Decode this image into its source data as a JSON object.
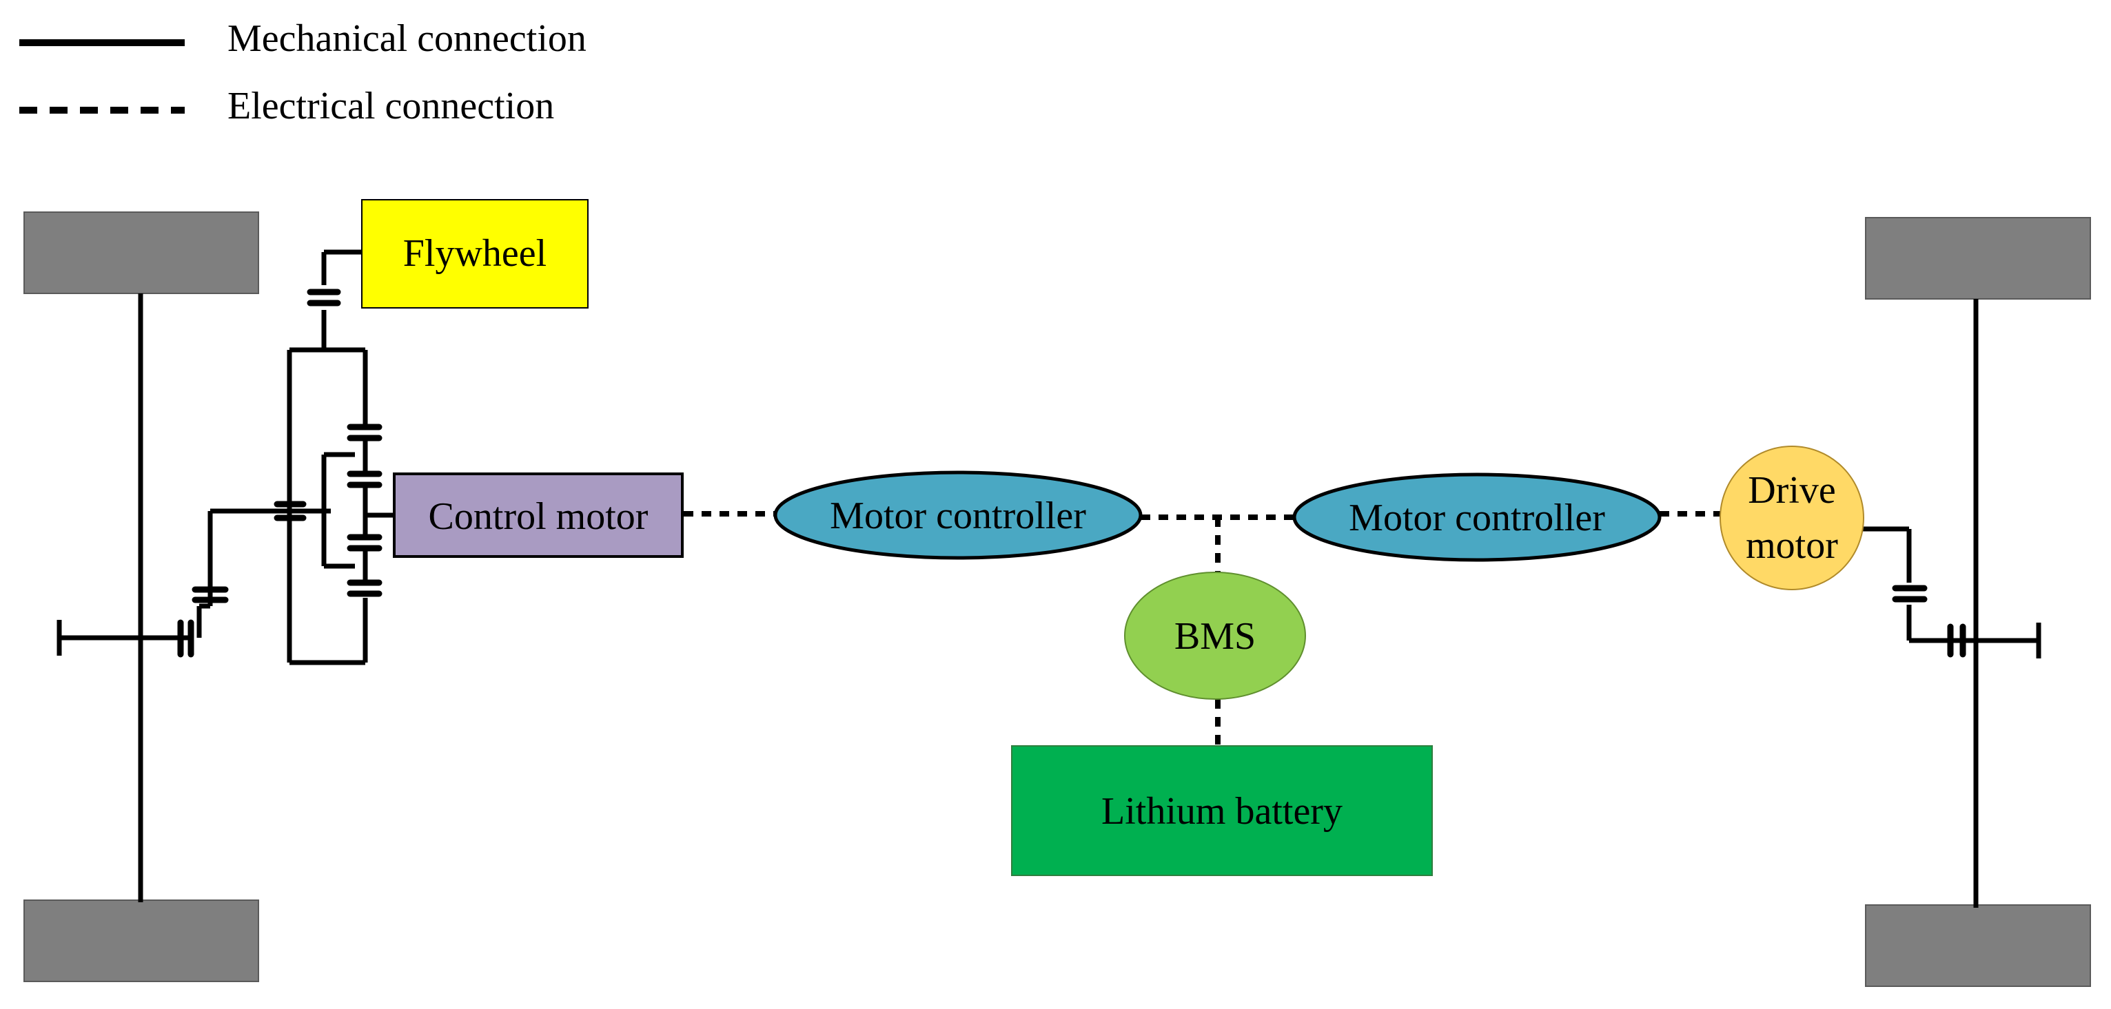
{
  "legend": {
    "mechanical_label": "Mechanical connection",
    "electrical_label": "Electrical connection"
  },
  "components": {
    "flywheel": "Flywheel",
    "control_motor": "Control motor",
    "motor_controller_left": "Motor controller",
    "motor_controller_right": "Motor controller",
    "bms": "BMS",
    "lithium_battery": "Lithium battery",
    "drive_motor_line1": "Drive",
    "drive_motor_line2": "motor"
  },
  "colors": {
    "flywheel": "#ffff00",
    "control_motor": "#a99bc2",
    "motor_controller": "#4aa8c3",
    "bms": "#92d050",
    "lithium_battery": "#00b050",
    "drive_motor": "#ffd966",
    "wheel": "#7f7f7f"
  }
}
